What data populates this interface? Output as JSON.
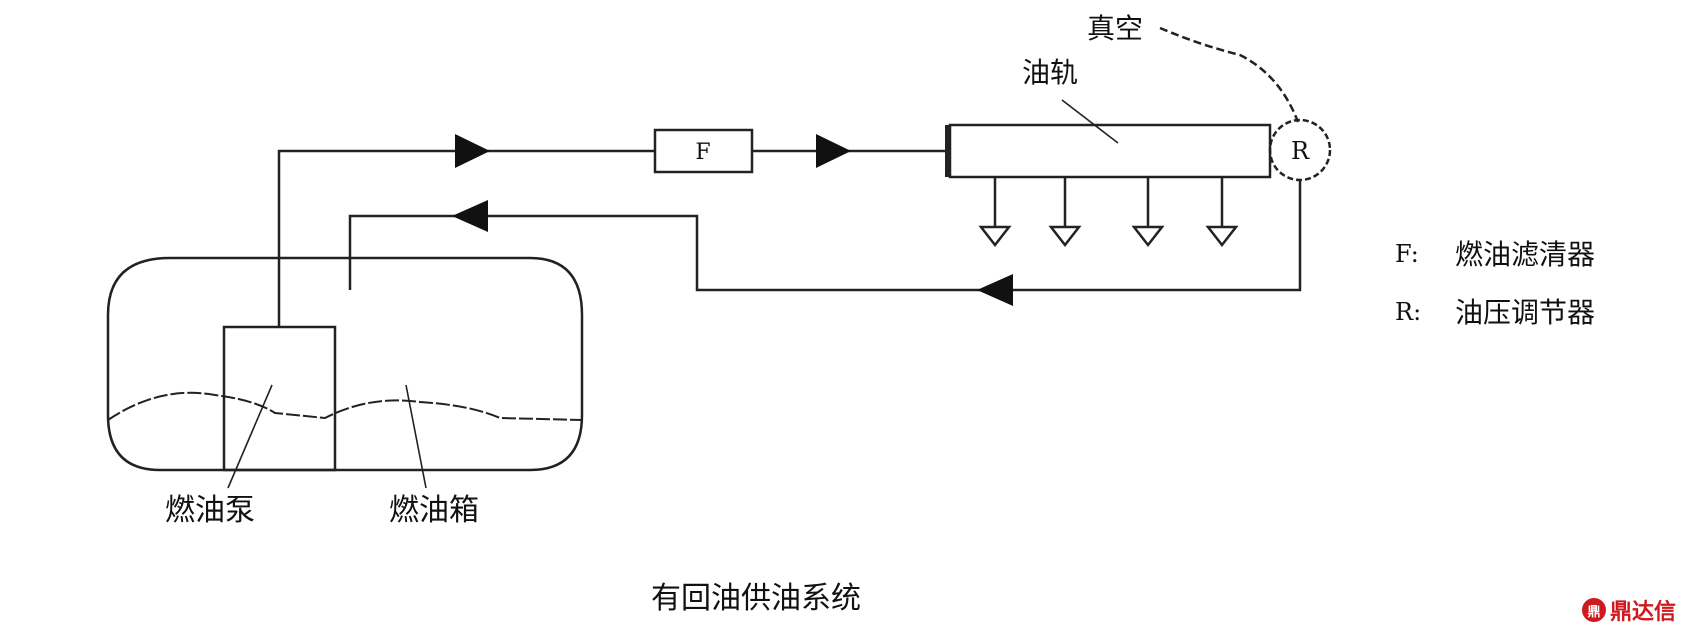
{
  "diagram": {
    "title": "有回油供油系统",
    "components": {
      "fuel_rail": "油轨",
      "vacuum": "真空",
      "filter": "F",
      "regulator": "R",
      "fuel_pump": "燃油泵",
      "fuel_tank": "燃油箱"
    },
    "legend": [
      {
        "key": "F:",
        "text": "燃油滤清器"
      },
      {
        "key": "R:",
        "text": "油压调节器"
      }
    ],
    "injector_count": 4
  },
  "watermark": {
    "mark": "鼎",
    "text": "鼎达信",
    "color": "#d0191f"
  }
}
